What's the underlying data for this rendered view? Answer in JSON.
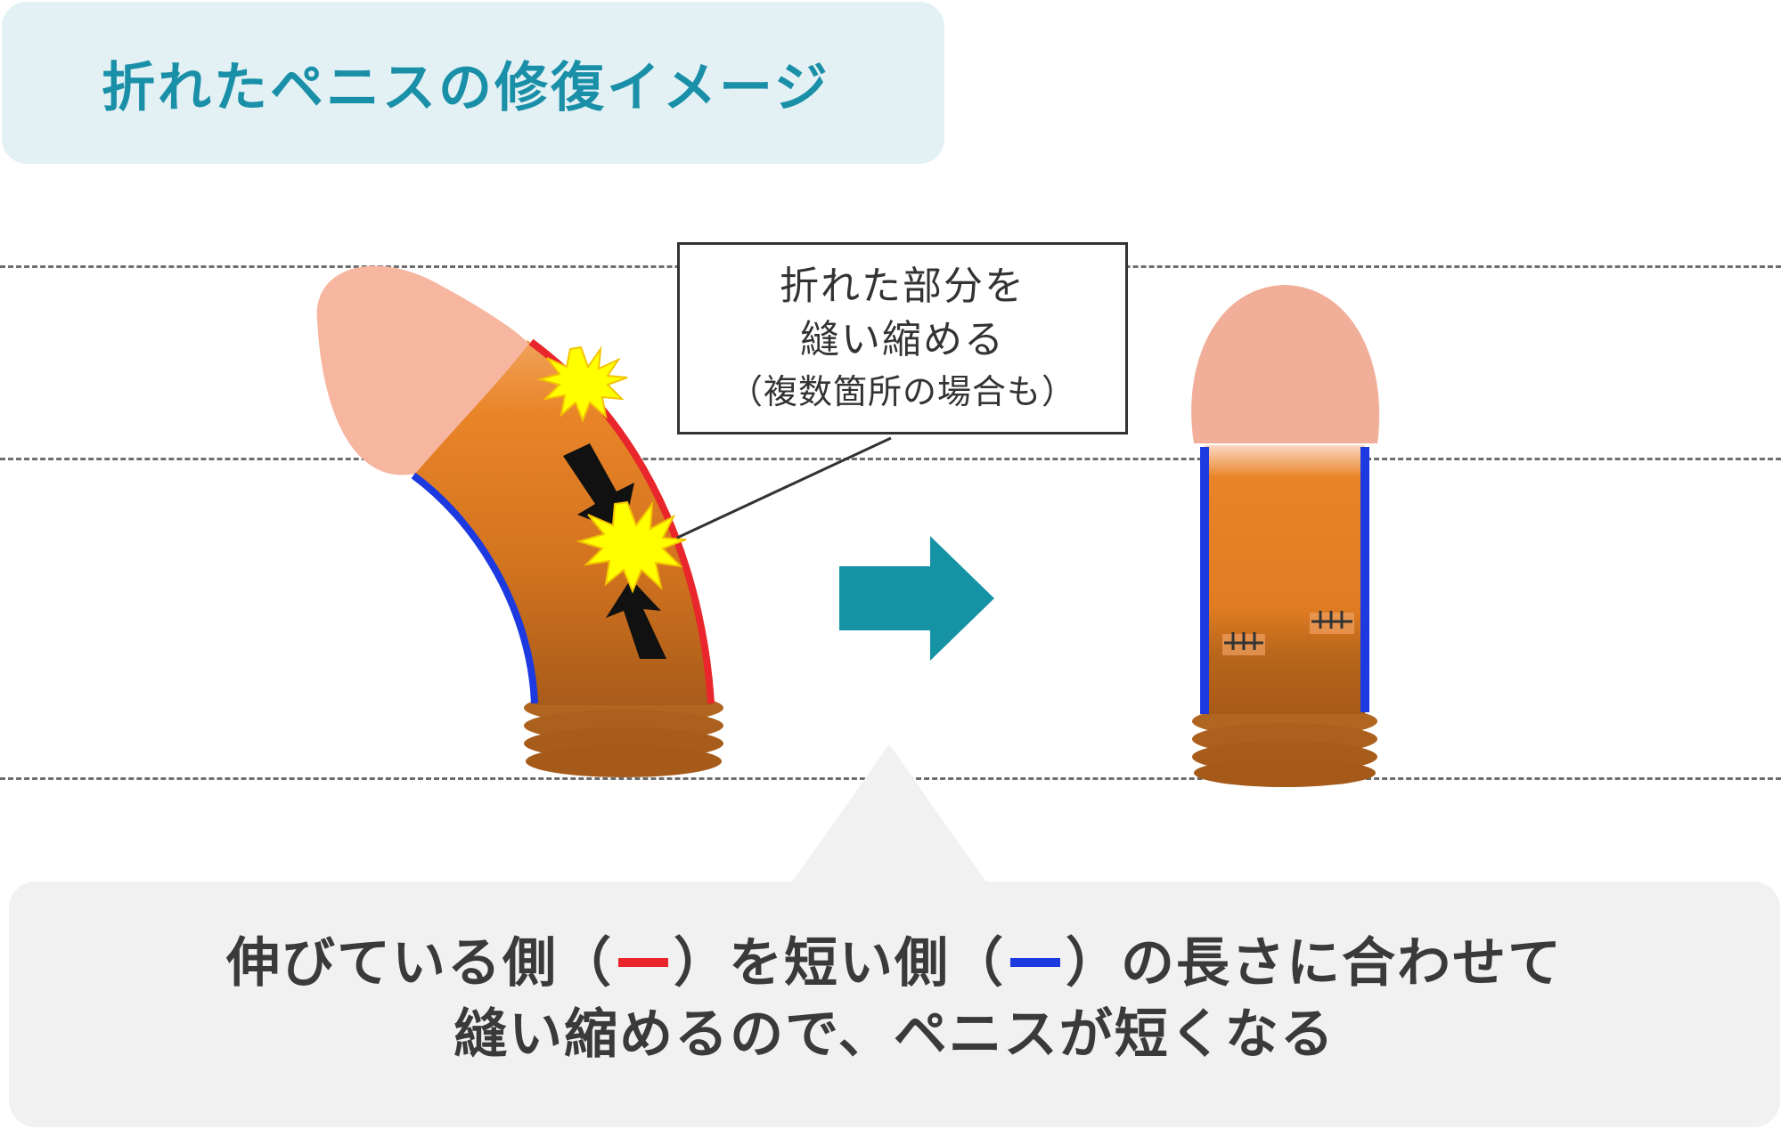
{
  "title": "折れたペニスの修復イメージ",
  "callout": {
    "line1": "折れた部分を",
    "line2": "縫い縮める",
    "line3": "（複数箇所の場合も）"
  },
  "caption": {
    "line1_part1": "伸びている側（",
    "line1_part2": "）を短い側（",
    "line1_part3": "）の長さに合わせて",
    "line2": "縫い縮めるので、ペニスが短くなる"
  },
  "colors": {
    "title": "#1a8fa8",
    "title_bg": "#e3f1f5",
    "stretched_side": "#e8262b",
    "short_side": "#1c3ae0",
    "arrow": "#1593a5",
    "shaft": "#e57f22",
    "glans": "#f7b6a0",
    "base": "#b06520",
    "burst": "#ffff00"
  },
  "icons": {
    "fracture_mark": "yellow-burst-icon",
    "compress": "black-arrow-icon",
    "transition": "teal-right-arrow-icon",
    "suture": "stitch-icon"
  }
}
